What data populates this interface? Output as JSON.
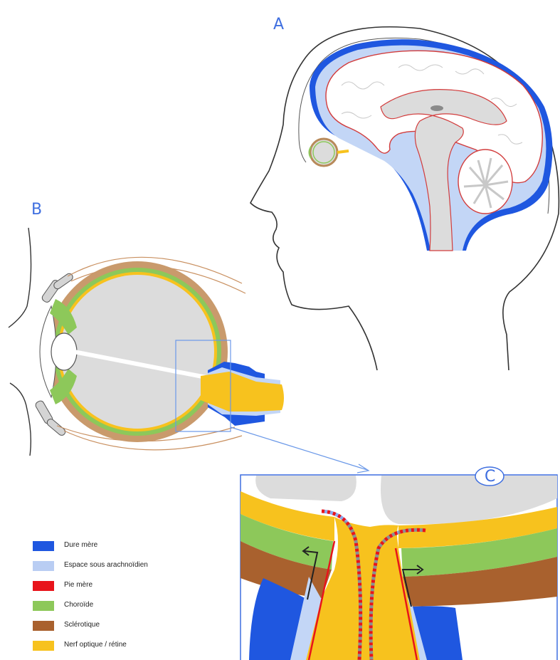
{
  "labels": {
    "a": "A",
    "b": "B",
    "c": "C"
  },
  "legend": [
    {
      "label": "Dure mère",
      "color": "#1f57e0"
    },
    {
      "label": "Espace sous arachnoïdien",
      "color": "#b9cdf3"
    },
    {
      "label": "Pie mère",
      "color": "#e8141b"
    },
    {
      "label": "Choroïde",
      "color": "#8dc85a"
    },
    {
      "label": "Sclérotique",
      "color": "#a9612e"
    },
    {
      "label": "Nerf optique / rétine",
      "color": "#f7c21e"
    }
  ]
}
